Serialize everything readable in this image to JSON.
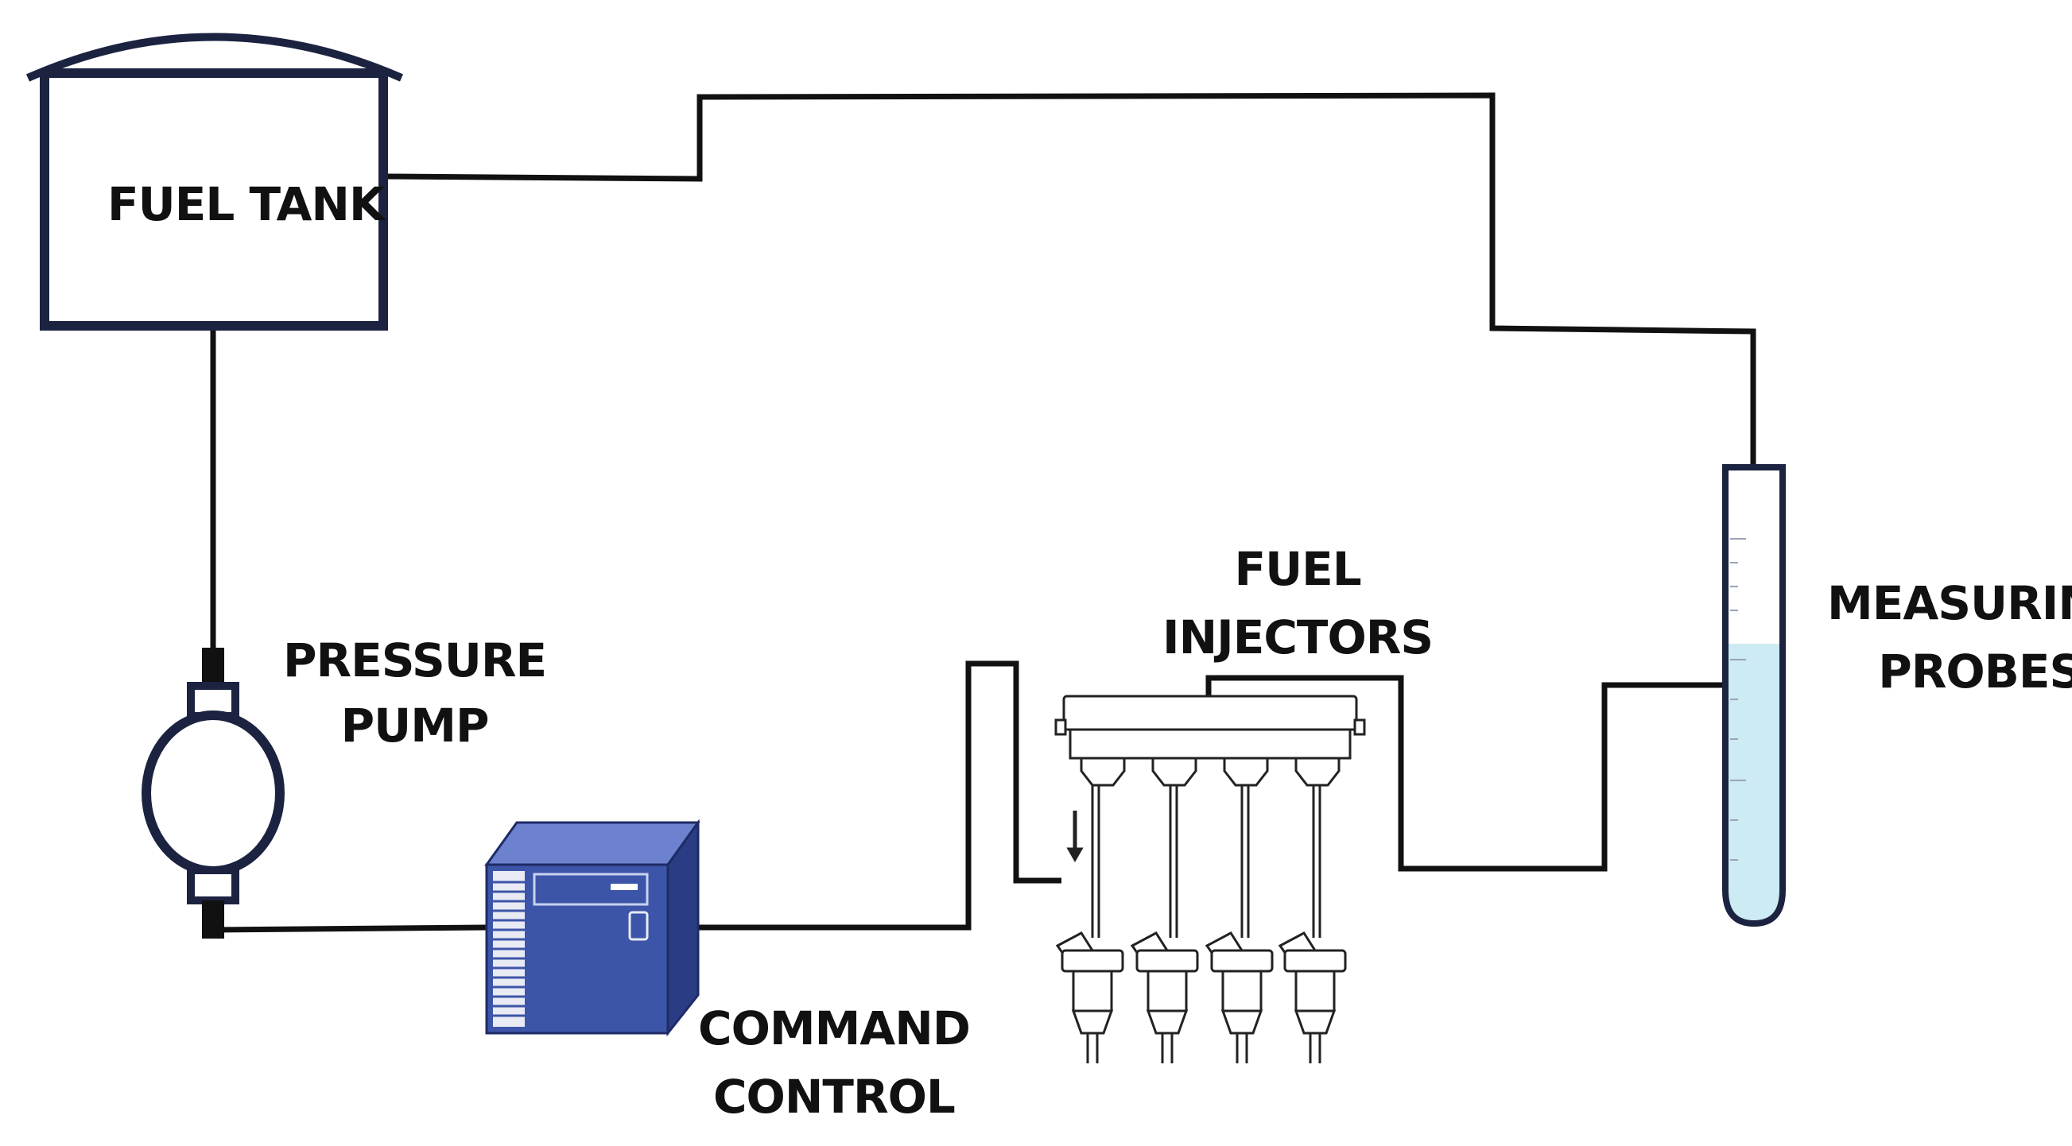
{
  "labels": {
    "fuel_tank": "FUEL TANK",
    "pressure_pump": [
      "PRESSURE",
      "PUMP"
    ],
    "fuel_injectors": [
      "FUEL",
      "INJECTORS"
    ],
    "measuring_probes": [
      "MEASURING",
      "PROBES"
    ],
    "command_control": [
      "COMMAND",
      "CONTROL"
    ]
  },
  "colors": {
    "line": "#111111",
    "tank_outline": "#1c2340",
    "pump_outline": "#1c2340",
    "controller_front": "#3d55a8",
    "controller_side": "#2a3c84",
    "controller_top": "#6c82cf",
    "probe_liquid": "#cdebf2"
  },
  "components": {
    "injector_count": 4,
    "probe_fill_level": 0.5
  }
}
